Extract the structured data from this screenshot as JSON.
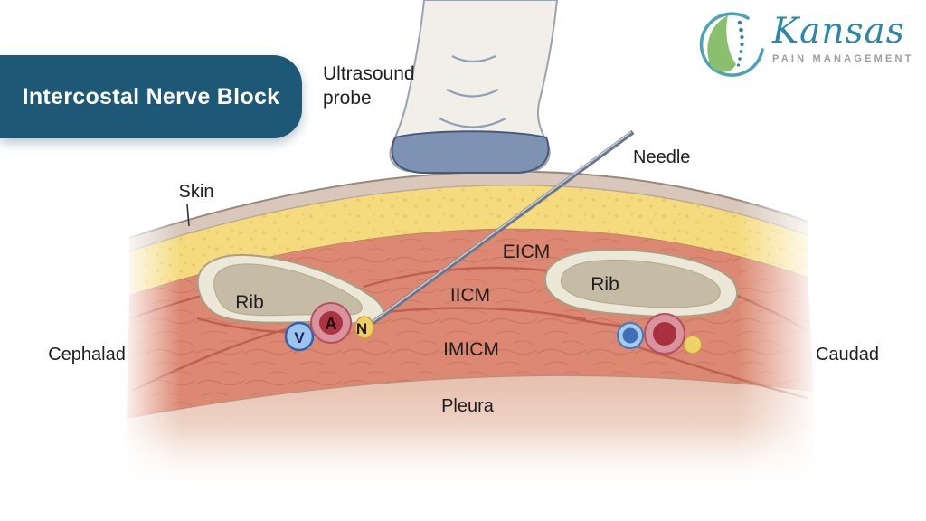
{
  "header": {
    "banner": {
      "label": "Intercostal Nerve Block",
      "bg_color": "#1e5877",
      "text_color": "#ffffff"
    },
    "logo": {
      "brand": "Kansas",
      "subtitle": "PAIN MANAGEMENT",
      "brand_color": "#2d87a6",
      "subtitle_color": "#9e9e9e",
      "leaf_color": "#8abf6e",
      "ring_color": "#4da3b5"
    }
  },
  "diagram": {
    "labels": {
      "probe_line1": "Ultrasound",
      "probe_line2": "probe",
      "needle": "Needle",
      "skin": "Skin",
      "rib_left": "Rib",
      "rib_right": "Rib",
      "muscle_eicm": "EICM",
      "muscle_iicm": "IICM",
      "muscle_imicm": "IMICM",
      "pleura": "Pleura",
      "orientation_left": "Cephalad",
      "orientation_right": "Caudad",
      "vein": "V",
      "artery": "A",
      "nerve": "N"
    },
    "structure_colors": {
      "skin": "#d8c7ba",
      "fat": "#f5db7d",
      "muscle": "#dc8872",
      "muscle_outline": "#b5584a",
      "rib_cortex": "#ece8d7",
      "rib_marrow": "#c6bca6",
      "pleura": "#e4baa8",
      "vein": "#9dc4ec",
      "vein_core": "#3f6fb8",
      "artery_ring": "#d9939c",
      "artery_core": "#aa3443",
      "nerve": "#f2cf62",
      "needle": "#6a7689",
      "probe_body": "#f1efe7",
      "probe_tip": "#7e92b4"
    }
  }
}
